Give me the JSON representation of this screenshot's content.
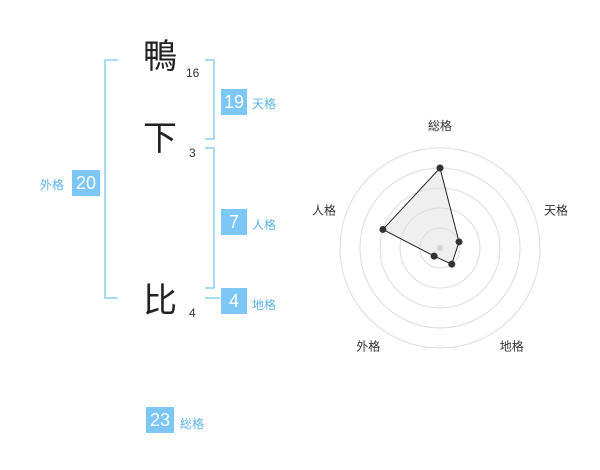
{
  "name": {
    "chars": [
      {
        "char": "鴨",
        "strokes": "16"
      },
      {
        "char": "下",
        "strokes": "3"
      },
      {
        "char": "比",
        "strokes": "4"
      }
    ]
  },
  "fortune": {
    "tenkaku": {
      "value": "19",
      "label": "天格"
    },
    "jinkaku": {
      "value": "7",
      "label": "人格"
    },
    "chikaku": {
      "value": "4",
      "label": "地格"
    },
    "gaikaku": {
      "value": "20",
      "label": "外格"
    },
    "soukaku": {
      "value": "23",
      "label": "総格"
    }
  },
  "colors": {
    "accent": "#7cc7f5",
    "label": "#5bb3e8",
    "bracket": "#8ccff5"
  },
  "chart_data": {
    "type": "radar",
    "axes": [
      "総格",
      "天格",
      "地格",
      "外格",
      "人格"
    ],
    "values": [
      4,
      1,
      1,
      0.5,
      3
    ],
    "rmax": 5,
    "rings": 5
  }
}
